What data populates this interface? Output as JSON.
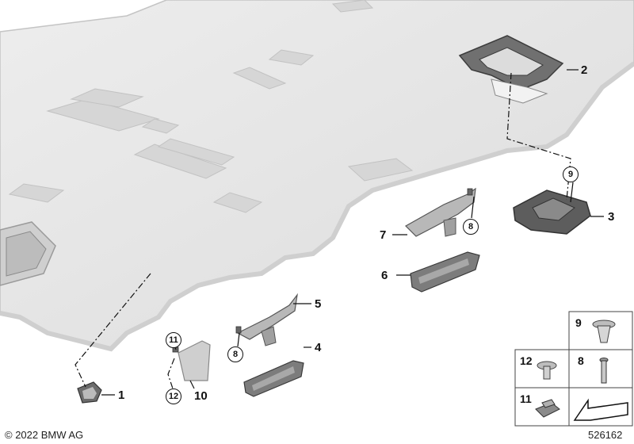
{
  "callouts": {
    "c1": "1",
    "c2": "2",
    "c3": "3",
    "c4": "4",
    "c5": "5",
    "c6": "6",
    "c7": "7",
    "c8a": "8",
    "c8b": "8",
    "c9": "9",
    "c10": "10",
    "c11": "11",
    "c12": "12"
  },
  "parts_grid": {
    "cell_9": "9",
    "cell_12": "12",
    "cell_8": "8",
    "cell_11": "11"
  },
  "footer": {
    "copyright": "© 2022 BMW AG",
    "diagram_number": "526162"
  },
  "colors": {
    "headliner_fill": "#e3e3e3",
    "headliner_edge": "#c4c4c4",
    "part_dark": "#6e6e6e",
    "line": "#111111"
  }
}
